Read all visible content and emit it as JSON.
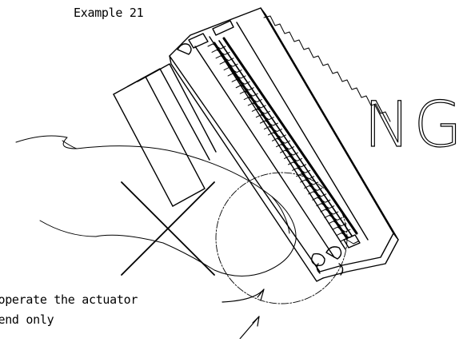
{
  "title": "Example 21",
  "verdict": "NG",
  "note": {
    "line1": "t operate the actuator",
    "line2": "e end only"
  },
  "colors": {
    "line": "#000000",
    "background": "#ffffff"
  }
}
